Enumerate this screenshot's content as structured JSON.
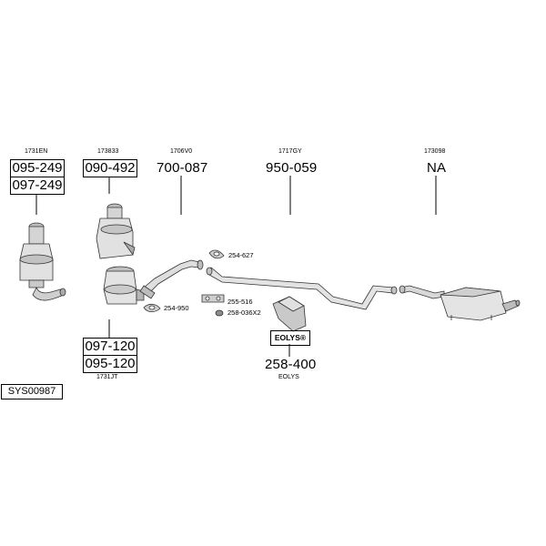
{
  "diagram_id": "SYS00987",
  "brand_mark": "EOLYS®",
  "groups": [
    {
      "ref": "1731EN",
      "parts": [
        "095-249",
        "097-249"
      ]
    },
    {
      "ref": "173833",
      "parts": [
        "090-492"
      ]
    },
    {
      "ref": "1706V0",
      "part": "700-087"
    },
    {
      "ref": "1717GY",
      "part": "950-059"
    },
    {
      "ref": "173098",
      "part": "NA"
    },
    {
      "ref": "1731JT",
      "parts": [
        "097-120",
        "095-120"
      ]
    }
  ],
  "small_parts": [
    {
      "part": "254-627"
    },
    {
      "part": "254-950"
    },
    {
      "part": "255-516"
    },
    {
      "part": "258-036X2"
    }
  ],
  "additive": {
    "part": "258-400",
    "ref": "EOLYS"
  }
}
